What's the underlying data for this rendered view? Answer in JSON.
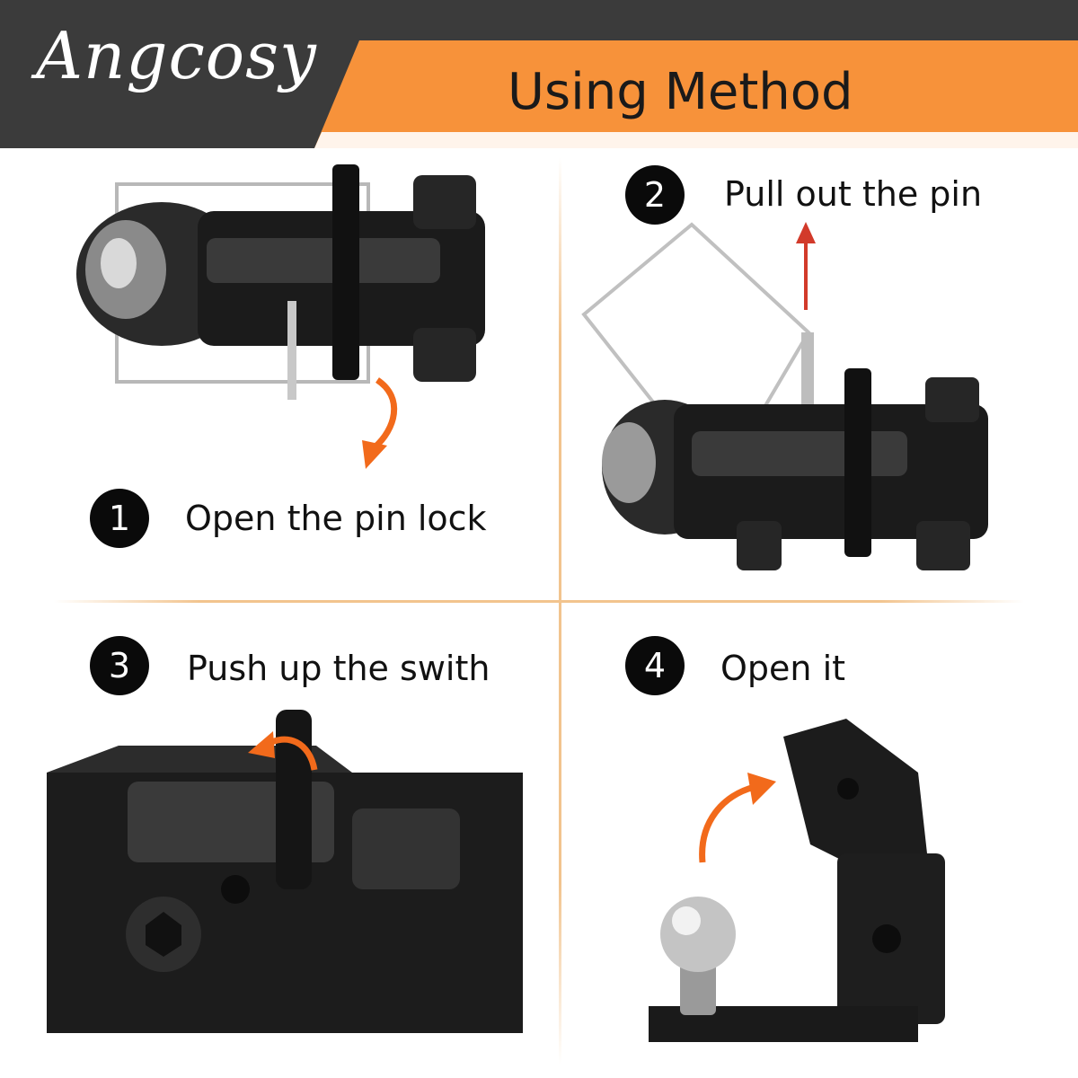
{
  "header": {
    "brand": "Angcosy",
    "title": "Using Method",
    "accent_color": "#f7923a",
    "bar_color": "#3b3b3b"
  },
  "steps": [
    {
      "number": "1",
      "label": "Open the pin lock"
    },
    {
      "number": "2",
      "label": "Pull out the pin"
    },
    {
      "number": "3",
      "label": "Push up the swith"
    },
    {
      "number": "4",
      "label": "Open it"
    }
  ],
  "arrows": {
    "color": "#f26a1b",
    "step2_color": "#d23a2a"
  }
}
